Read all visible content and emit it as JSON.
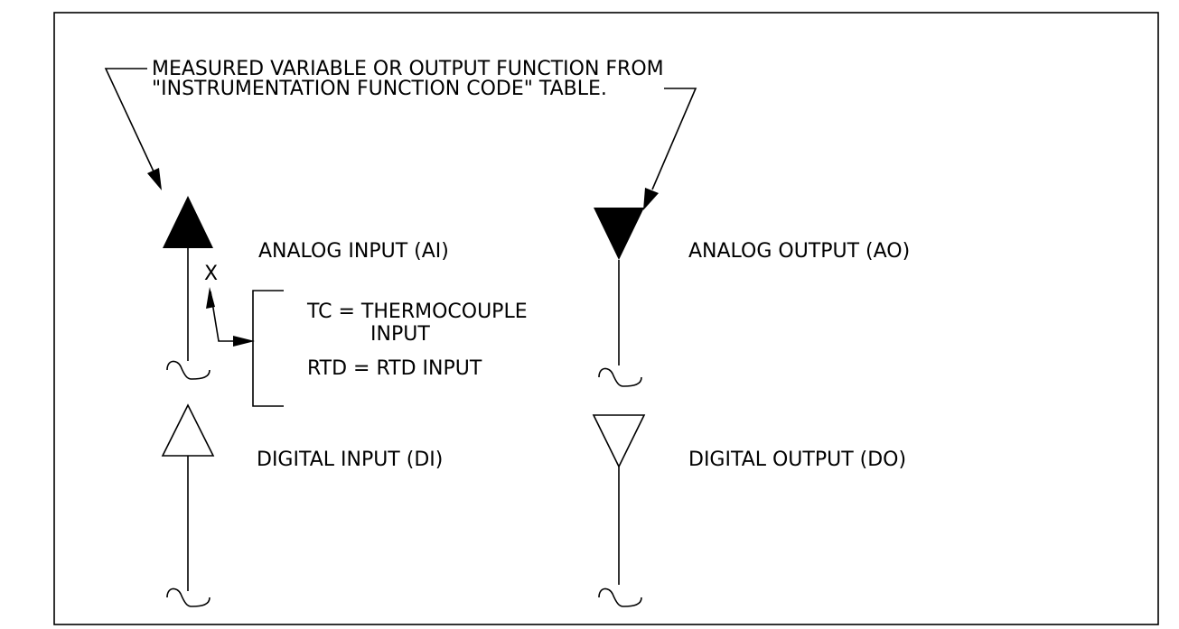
{
  "callout": {
    "line1": "MEASURED VARIABLE OR OUTPUT FUNCTION FROM",
    "line2": "\"INSTRUMENTATION FUNCTION CODE\" TABLE."
  },
  "symbols": {
    "analog_input": "ANALOG INPUT (AI)",
    "analog_output": "ANALOG OUTPUT (AO)",
    "digital_input": "DIGITAL INPUT (DI)",
    "digital_output": "DIGITAL OUTPUT (DO)"
  },
  "modifier": {
    "marker": "X",
    "tc_line1": "TC = THERMOCOUPLE",
    "tc_line2": "INPUT",
    "rtd": "RTD = RTD INPUT"
  },
  "colors": {
    "ink": "#000000",
    "background": "#ffffff"
  }
}
